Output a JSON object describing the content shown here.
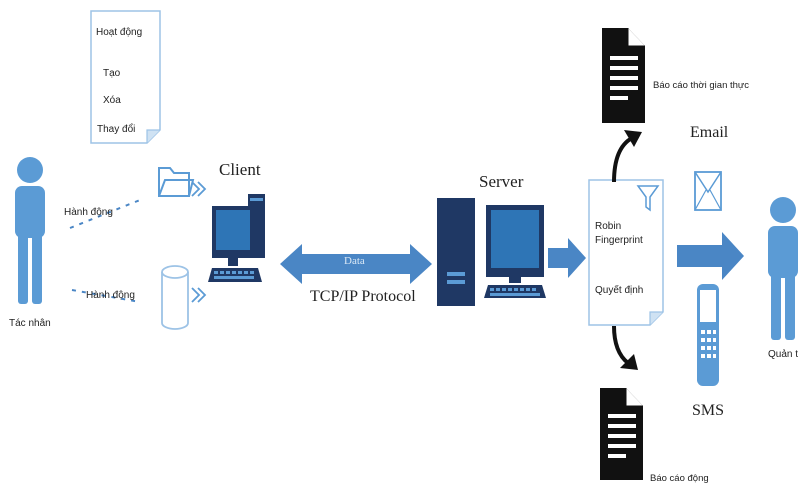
{
  "colors": {
    "person": "#5b9bd5",
    "arrow": "#4a86c5",
    "dark": "#1f3864",
    "screen": "#2e75b6",
    "paper_border": "#9dc3e6"
  },
  "actor": {
    "label": "Tác nhân"
  },
  "activity_note": {
    "title": "Hoạt động",
    "items": [
      "Tạo",
      "Xóa",
      "Thay đổi"
    ]
  },
  "actions": {
    "top": "Hành động",
    "bottom": "Hành động"
  },
  "client": {
    "label": "Client"
  },
  "link": {
    "data_label": "Data",
    "protocol": "TCP/IP Protocol"
  },
  "server": {
    "label": "Server"
  },
  "processing_doc": {
    "line1": "Robin",
    "line2": "Fingerprint",
    "line3": "Quyết định"
  },
  "reports": {
    "realtime": "Báo cáo thời gian thực",
    "dynamic": "Báo cáo động"
  },
  "notify": {
    "email": "Email",
    "sms": "SMS"
  },
  "admin": {
    "label": "Quản t"
  },
  "icons": [
    "person-icon",
    "folder-icon",
    "database-icon",
    "computer-icon",
    "server-icon",
    "filter-icon",
    "document-icon",
    "email-icon",
    "phone-icon"
  ]
}
